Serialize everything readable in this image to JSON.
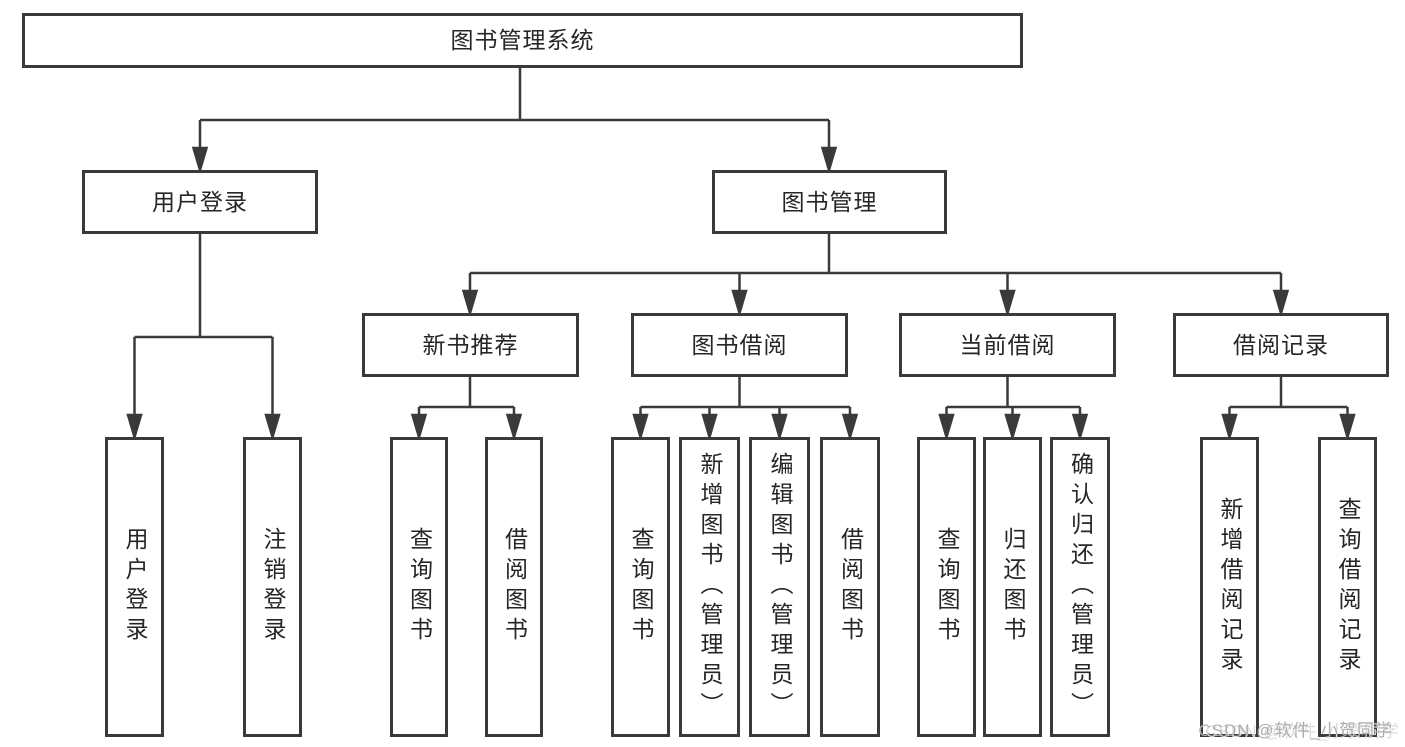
{
  "tree": {
    "label": "图书管理系统",
    "children": [
      {
        "label": "用户登录",
        "children": [
          {
            "label": "用户登录"
          },
          {
            "label": "注销登录"
          }
        ]
      },
      {
        "label": "图书管理",
        "children": [
          {
            "label": "新书推荐",
            "children": [
              {
                "label": "查询图书"
              },
              {
                "label": "借阅图书"
              }
            ]
          },
          {
            "label": "图书借阅",
            "children": [
              {
                "label": "查询图书"
              },
              {
                "label": "新增图书（管理员）"
              },
              {
                "label": "编辑图书（管理员）"
              },
              {
                "label": "借阅图书"
              }
            ]
          },
          {
            "label": "当前借阅",
            "children": [
              {
                "label": "查询图书"
              },
              {
                "label": "归还图书"
              },
              {
                "label": "确认归还（管理员）"
              }
            ]
          },
          {
            "label": "借阅记录",
            "children": [
              {
                "label": "新增借阅记录"
              },
              {
                "label": "查询借阅记录"
              }
            ]
          }
        ]
      }
    ]
  },
  "watermark": "CSDN @软件_小贺同学",
  "colors": {
    "line": "#3a3a3a",
    "text": "#262626",
    "watermark": "#aeaeae",
    "background": "#ffffff"
  }
}
